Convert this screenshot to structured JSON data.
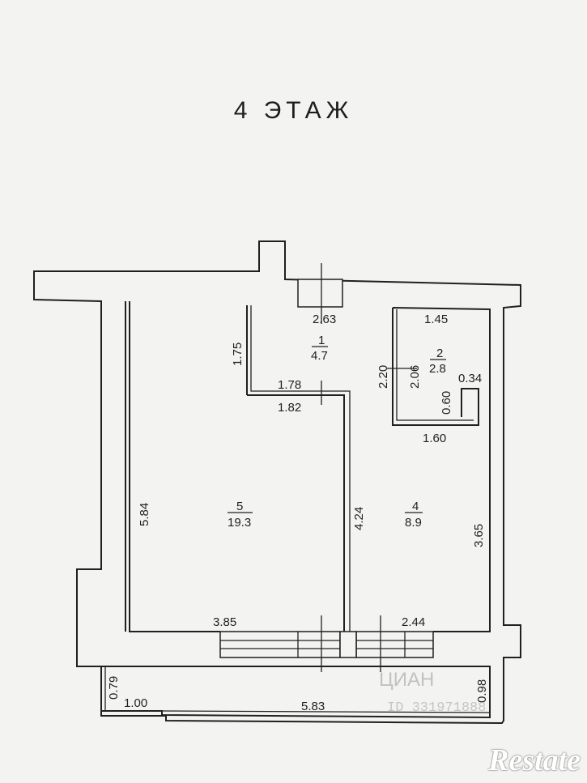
{
  "title": "4 ЭТАЖ",
  "rooms": [
    {
      "number": "1",
      "area": "4.7"
    },
    {
      "number": "2",
      "area": "2.8"
    },
    {
      "number": "4",
      "area": "8.9"
    },
    {
      "number": "5",
      "area": "19.3"
    }
  ],
  "dimensions": {
    "d263": "2.63",
    "d145": "1.45",
    "d175": "1.75",
    "d220": "2.20",
    "d206": "2.06",
    "d034": "0.34",
    "d060": "0.60",
    "d178": "1.78",
    "d182": "1.82",
    "d160": "1.60",
    "d584": "5.84",
    "d424": "4.24",
    "d365": "3.65",
    "d385": "3.85",
    "d244": "2.44",
    "d079": "0.79",
    "d100": "1.00",
    "d583": "5.83",
    "d098": "0.98"
  },
  "watermark": {
    "brand": "ЦИАН",
    "id": "ID 331971888"
  },
  "logo": "Restate"
}
